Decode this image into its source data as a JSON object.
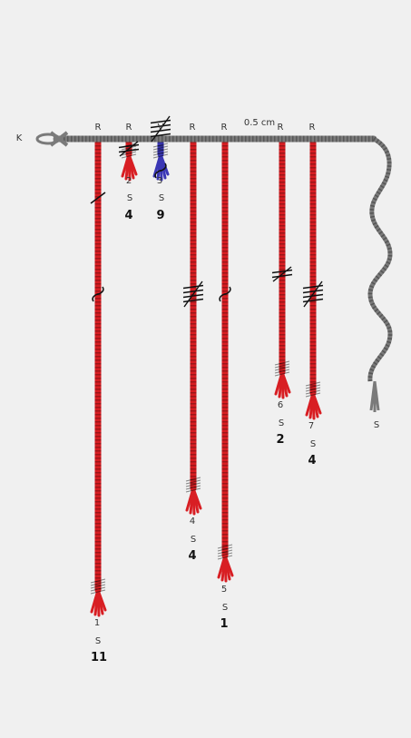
{
  "primary": {
    "label": "K",
    "scale_label": "0.5 cm",
    "color": "#7a7a7a"
  },
  "colors": {
    "red": "#d81e23",
    "blue": "#3a37b5",
    "grey": "#7a7a7a",
    "knot": "#111111"
  },
  "cords": [
    {
      "id": "c1",
      "attach": "R",
      "pos": "1",
      "ply": "S",
      "value": "11",
      "color": "#d81e23"
    },
    {
      "id": "c2",
      "attach": "R",
      "pos": "2",
      "ply": "S",
      "value": "4",
      "color": "#d81e23"
    },
    {
      "id": "c3",
      "attach": "V",
      "pos": "3",
      "ply": "S",
      "value": "9",
      "color": "#3a37b5"
    },
    {
      "id": "c4",
      "attach": "R",
      "pos": "4",
      "ply": "S",
      "value": "4",
      "color": "#d81e23"
    },
    {
      "id": "c5",
      "attach": "R",
      "pos": "5",
      "ply": "S",
      "value": "1",
      "color": "#d81e23"
    },
    {
      "id": "c6",
      "attach": "R",
      "pos": "6",
      "ply": "S",
      "value": "2",
      "color": "#d81e23"
    },
    {
      "id": "c7",
      "attach": "R",
      "pos": "7",
      "ply": "S",
      "value": "4",
      "color": "#d81e23"
    }
  ],
  "end_cord": {
    "ply": "S",
    "color": "#7a7a7a"
  }
}
